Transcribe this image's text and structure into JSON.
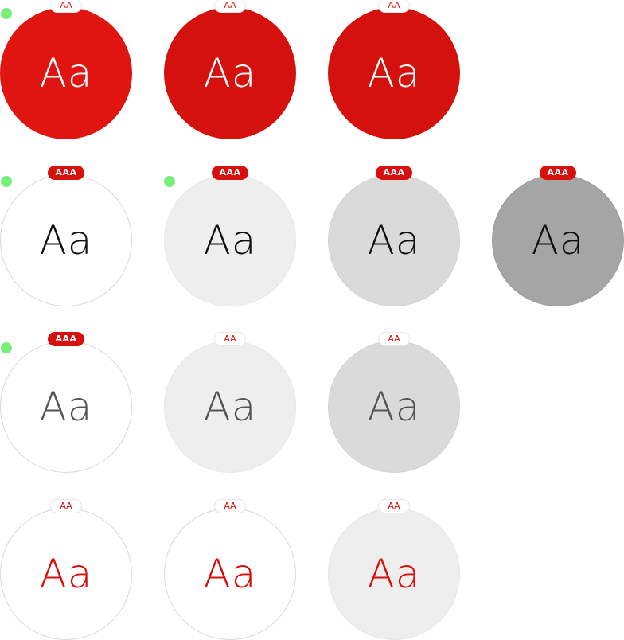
{
  "sample_text": "Aa",
  "ratings": {
    "aa": "AA",
    "aaa": "AAA"
  },
  "colors": {
    "red": "#e01410",
    "red_dark": "#d5110d",
    "white": "#ffffff",
    "gray_light": "#eeeeee",
    "gray_mid": "#dadada",
    "gray_dark": "#a5a5a5",
    "text_black": "#111111",
    "text_gray": "#555555",
    "text_red": "#d8100d",
    "dot_green": "#78f078"
  },
  "rows": [
    {
      "swatches": [
        {
          "bg": "red",
          "fg": "white",
          "rating": "AA",
          "dot": true
        },
        {
          "bg": "red_dark",
          "fg": "white",
          "rating": "AA",
          "dot": false
        },
        {
          "bg": "red_dark",
          "fg": "white",
          "rating": "AA",
          "dot": false
        }
      ]
    },
    {
      "swatches": [
        {
          "bg": "white",
          "fg": "text_black",
          "rating": "AAA",
          "dot": true
        },
        {
          "bg": "gray_light",
          "fg": "text_black",
          "rating": "AAA",
          "dot": true
        },
        {
          "bg": "gray_mid",
          "fg": "text_black",
          "rating": "AAA",
          "dot": false
        },
        {
          "bg": "gray_dark",
          "fg": "text_black",
          "rating": "AAA",
          "dot": false
        }
      ]
    },
    {
      "swatches": [
        {
          "bg": "white",
          "fg": "text_gray",
          "rating": "AAA",
          "dot": true
        },
        {
          "bg": "gray_light",
          "fg": "text_gray",
          "rating": "AA",
          "dot": false
        },
        {
          "bg": "gray_mid",
          "fg": "text_gray",
          "rating": "AA",
          "dot": false
        }
      ]
    },
    {
      "swatches": [
        {
          "bg": "white",
          "fg": "text_red",
          "rating": "AA",
          "dot": false
        },
        {
          "bg": "white",
          "fg": "text_red",
          "rating": "AA",
          "dot": false
        },
        {
          "bg": "gray_light",
          "fg": "text_red",
          "rating": "AA",
          "dot": false
        }
      ]
    }
  ]
}
